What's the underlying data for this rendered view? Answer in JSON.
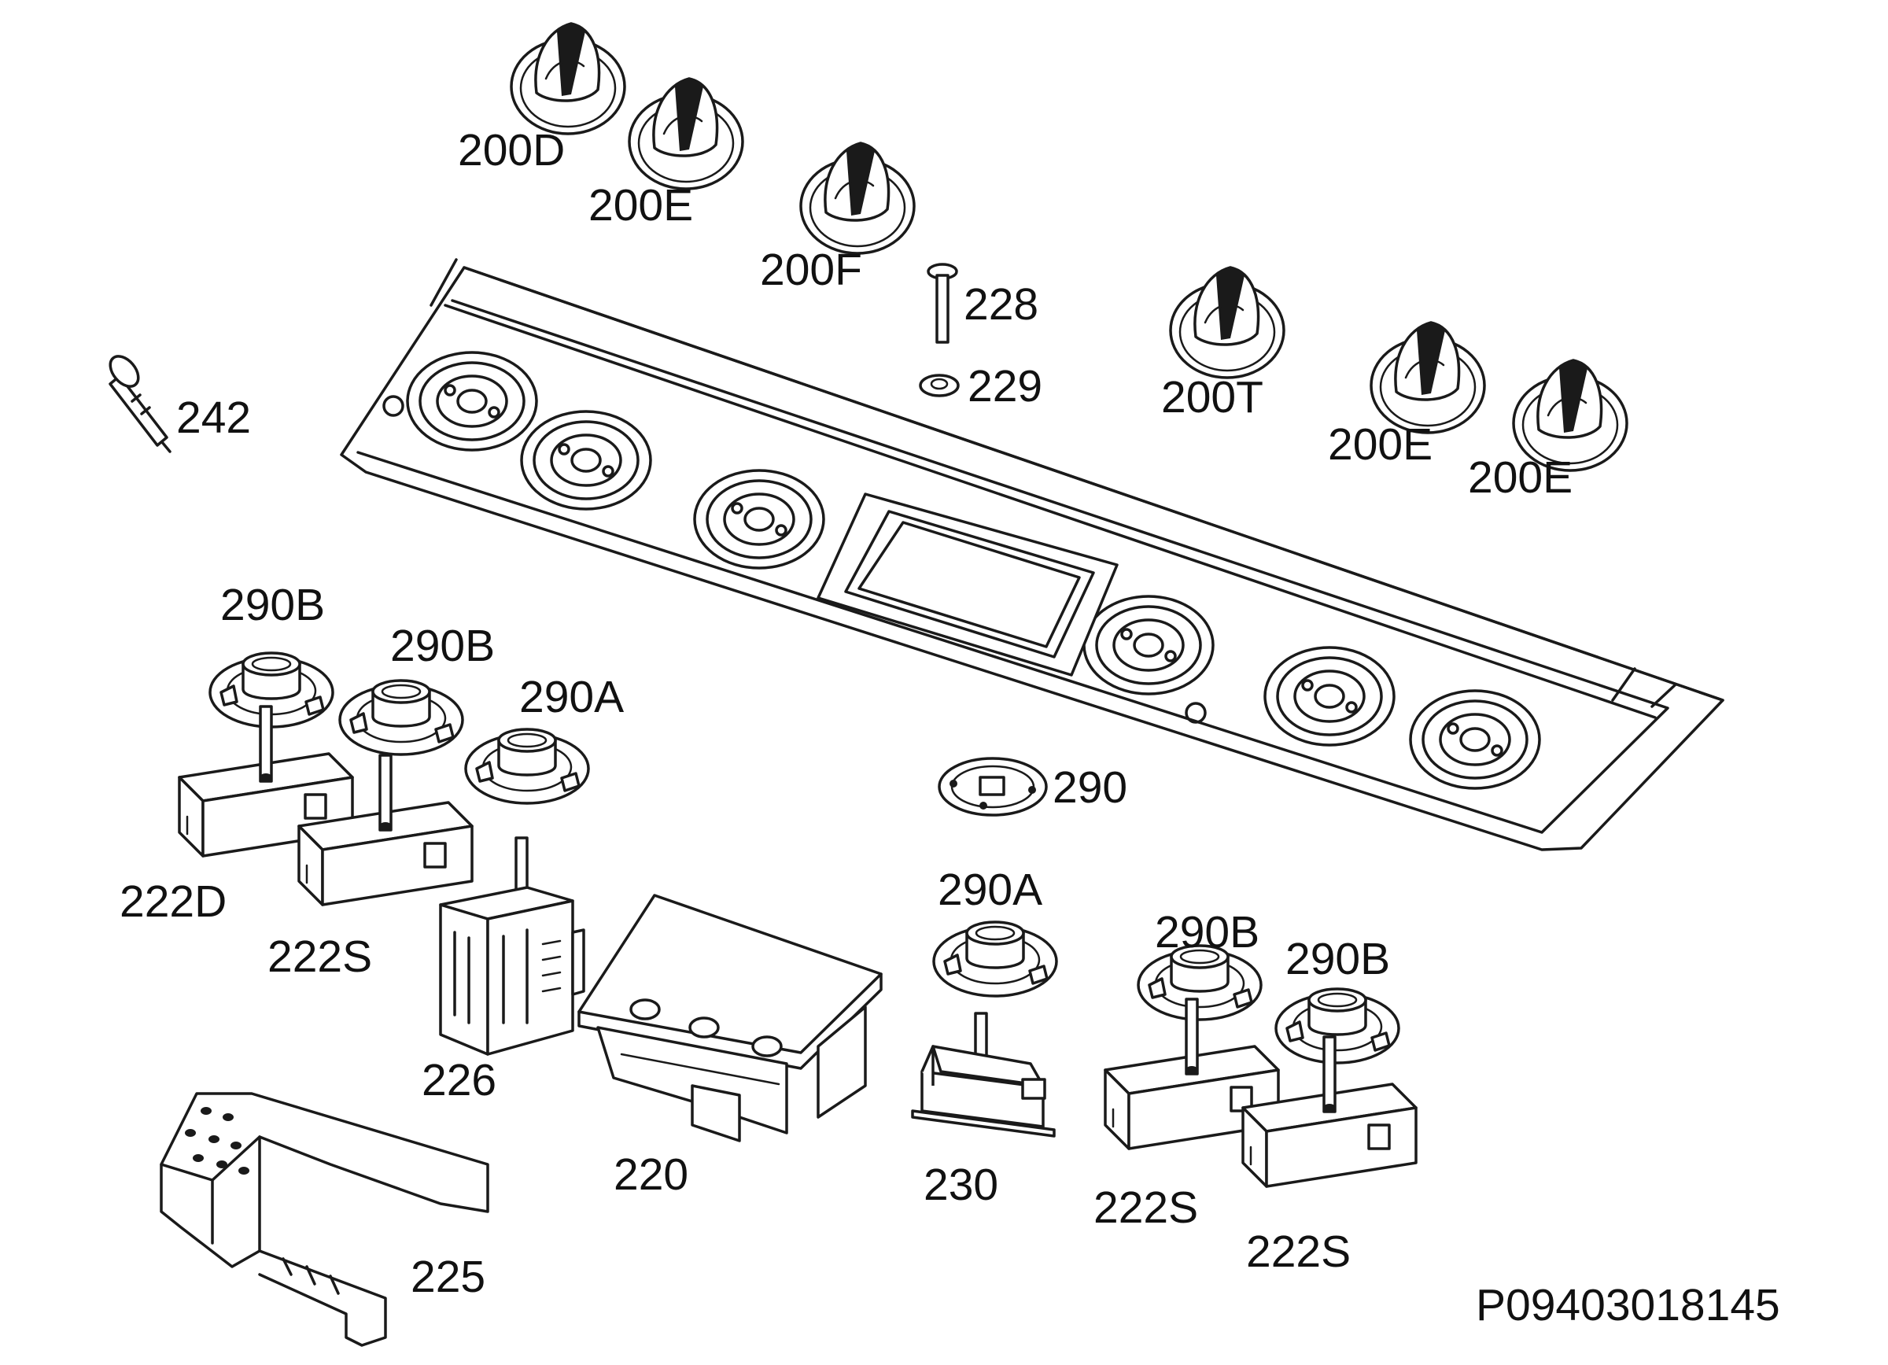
{
  "figure_id": "P09403018145",
  "parts": [
    {
      "key": "knob_200D",
      "label": "200D"
    },
    {
      "key": "knob_200E_1",
      "label": "200E"
    },
    {
      "key": "knob_200F",
      "label": "200F"
    },
    {
      "key": "screw_228",
      "label": "228"
    },
    {
      "key": "nut_229",
      "label": "229"
    },
    {
      "key": "knob_200T",
      "label": "200T"
    },
    {
      "key": "knob_200E_2",
      "label": "200E"
    },
    {
      "key": "knob_200E_3",
      "label": "200E"
    },
    {
      "key": "lamp_242",
      "label": "242"
    },
    {
      "key": "bezel_290B_1",
      "label": "290B"
    },
    {
      "key": "bezel_290B_2",
      "label": "290B"
    },
    {
      "key": "bezel_290A_1",
      "label": "290A"
    },
    {
      "key": "plate_290",
      "label": "290"
    },
    {
      "key": "switch_222D",
      "label": "222D"
    },
    {
      "key": "switch_222S_1",
      "label": "222S"
    },
    {
      "key": "selector_226",
      "label": "226"
    },
    {
      "key": "timer_220",
      "label": "220"
    },
    {
      "key": "bezel_290A_2",
      "label": "290A"
    },
    {
      "key": "thermostat_230",
      "label": "230"
    },
    {
      "key": "bezel_290B_3",
      "label": "290B"
    },
    {
      "key": "bezel_290B_4",
      "label": "290B"
    },
    {
      "key": "switch_222S_2",
      "label": "222S"
    },
    {
      "key": "switch_222S_3",
      "label": "222S"
    },
    {
      "key": "connector_225",
      "label": "225"
    }
  ]
}
